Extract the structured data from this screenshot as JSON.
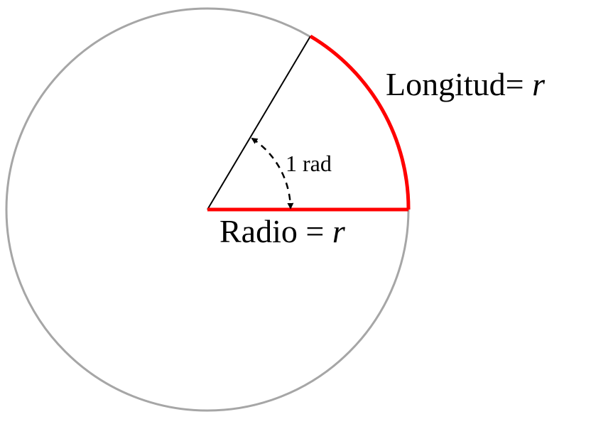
{
  "labels": {
    "arc_label": "Longitud",
    "arc_eq": "= ",
    "arc_var": "r",
    "radius_label": "Radio",
    "radius_eq": " = ",
    "radius_var": "r",
    "angle_label": "1 rad"
  },
  "colors": {
    "circle": "#a6a6a6",
    "highlight": "#ff0000",
    "line": "#000000"
  }
}
